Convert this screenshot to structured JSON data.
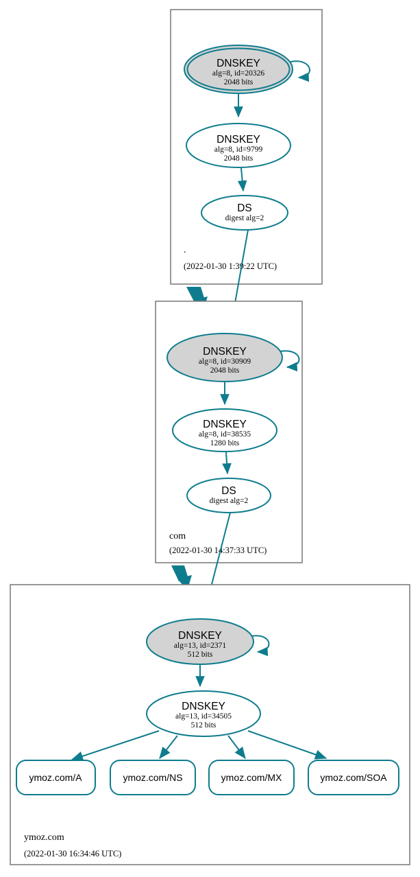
{
  "diagram": {
    "type": "dnssec-authentication-chain",
    "colors": {
      "accent_teal": "#0e7c8d",
      "ksk_fill": "#d3d3d3",
      "zone_border": "#7f7f7f",
      "background": "#ffffff",
      "text": "#000000"
    }
  },
  "zones": [
    {
      "name": "root",
      "label": ".",
      "timestamp": "(2022-01-30 1:39:22 UTC)",
      "nodes": [
        {
          "id": "root-ksk",
          "kind": "DNSKEY",
          "title": "DNSKEY",
          "line2": "alg=8, id=20326",
          "line3": "2048 bits",
          "alg": 8,
          "key_id": 20326,
          "bits": 2048,
          "fill": "grey",
          "trust_anchor": true,
          "self_signed": true
        },
        {
          "id": "root-zsk",
          "kind": "DNSKEY",
          "title": "DNSKEY",
          "line2": "alg=8, id=9799",
          "line3": "2048 bits",
          "alg": 8,
          "key_id": 9799,
          "bits": 2048,
          "fill": "white",
          "trust_anchor": false,
          "self_signed": false
        },
        {
          "id": "root-ds",
          "kind": "DS",
          "title": "DS",
          "line2": "digest alg=2",
          "line3": "",
          "digest_alg": 2,
          "fill": "white"
        }
      ]
    },
    {
      "name": "com",
      "label": "com",
      "timestamp": "(2022-01-30 14:37:33 UTC)",
      "nodes": [
        {
          "id": "com-ksk",
          "kind": "DNSKEY",
          "title": "DNSKEY",
          "line2": "alg=8, id=30909",
          "line3": "2048 bits",
          "alg": 8,
          "key_id": 30909,
          "bits": 2048,
          "fill": "grey",
          "trust_anchor": false,
          "self_signed": true
        },
        {
          "id": "com-zsk",
          "kind": "DNSKEY",
          "title": "DNSKEY",
          "line2": "alg=8, id=38535",
          "line3": "1280 bits",
          "alg": 8,
          "key_id": 38535,
          "bits": 1280,
          "fill": "white",
          "trust_anchor": false,
          "self_signed": false
        },
        {
          "id": "com-ds",
          "kind": "DS",
          "title": "DS",
          "line2": "digest alg=2",
          "line3": "",
          "digest_alg": 2,
          "fill": "white"
        }
      ]
    },
    {
      "name": "ymoz.com",
      "label": "ymoz.com",
      "timestamp": "(2022-01-30 16:34:46 UTC)",
      "nodes": [
        {
          "id": "ymoz-ksk",
          "kind": "DNSKEY",
          "title": "DNSKEY",
          "line2": "alg=13, id=2371",
          "line3": "512 bits",
          "alg": 13,
          "key_id": 2371,
          "bits": 512,
          "fill": "grey",
          "trust_anchor": false,
          "self_signed": true
        },
        {
          "id": "ymoz-zsk",
          "kind": "DNSKEY",
          "title": "DNSKEY",
          "line2": "alg=13, id=34505",
          "line3": "512 bits",
          "alg": 13,
          "key_id": 34505,
          "bits": 512,
          "fill": "white",
          "trust_anchor": false,
          "self_signed": false
        }
      ],
      "rrsets": [
        {
          "id": "rrset-a",
          "label": "ymoz.com/A"
        },
        {
          "id": "rrset-ns",
          "label": "ymoz.com/NS"
        },
        {
          "id": "rrset-mx",
          "label": "ymoz.com/MX"
        },
        {
          "id": "rrset-soa",
          "label": "ymoz.com/SOA"
        }
      ]
    }
  ]
}
